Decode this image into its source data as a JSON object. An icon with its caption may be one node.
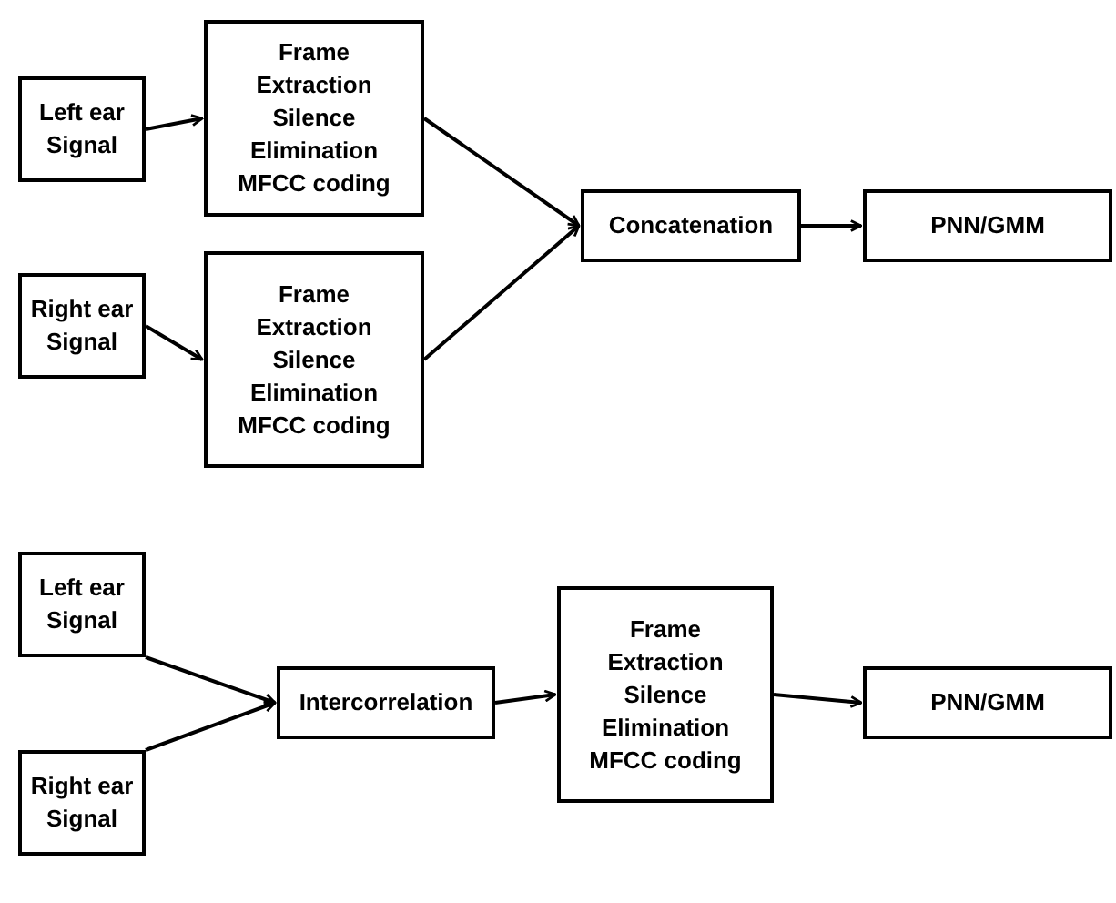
{
  "diagram": {
    "nodes": [
      {
        "text": [
          "Left ear Signal"
        ]
      },
      {
        "text": [
          "Frame Extraction Silence Elimination MFCC coding"
        ]
      },
      {
        "text": [
          "Right ear Signal"
        ]
      },
      {
        "text": [
          "Frame Extraction Silence Elimination MFCC coding"
        ]
      },
      {
        "text": [
          "Concatenation"
        ]
      },
      {
        "text": [
          "PNN/GMM"
        ]
      },
      {
        "text": [
          "Left ear Signal"
        ]
      },
      {
        "text": [
          "Right ear Signal"
        ]
      },
      {
        "text": [
          "Intercorrelation"
        ]
      },
      {
        "text": [
          "Frame Extraction Silence Elimination MFCC coding"
        ]
      },
      {
        "text": [
          "PNN/GMM"
        ]
      }
    ],
    "edges": [
      {
        "from": 0,
        "to": 1,
        "arrow": "to"
      },
      {
        "from": 2,
        "to": 3,
        "arrow": "to"
      },
      {
        "from": 1,
        "to": 4,
        "arrow": "to"
      },
      {
        "from": 3,
        "to": 4,
        "arrow": "to"
      },
      {
        "from": 4,
        "to": 5,
        "arrow": "to"
      },
      {
        "from": 6,
        "to": 8,
        "arrow": "to"
      },
      {
        "from": 7,
        "to": 8,
        "arrow": "to"
      },
      {
        "from": 8,
        "to": 9,
        "arrow": "to"
      },
      {
        "from": 9,
        "to": 10,
        "arrow": "to"
      }
    ]
  }
}
